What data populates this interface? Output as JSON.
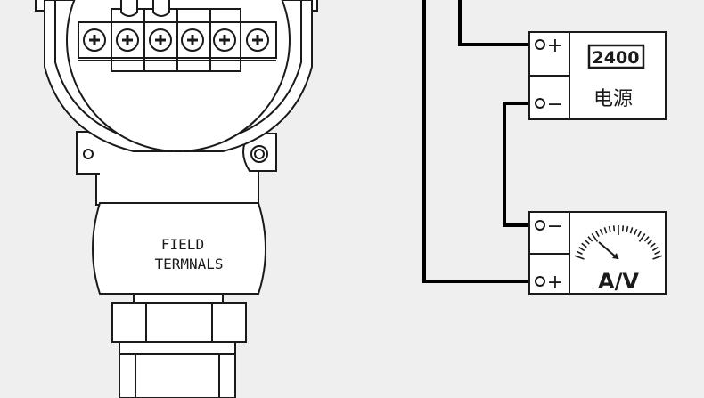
{
  "transmitter": {
    "label_line1": "FIELD",
    "label_line2": "TERMNALS"
  },
  "power_supply": {
    "display_value": "2400",
    "name": "电源",
    "plus_sign": "+",
    "minus_sign": "−"
  },
  "meter": {
    "name": "A/V",
    "plus_sign": "+",
    "minus_sign": "−"
  },
  "colors": {
    "background": "#efefef",
    "stroke": "#1a1a1a",
    "wire": "#000000"
  }
}
